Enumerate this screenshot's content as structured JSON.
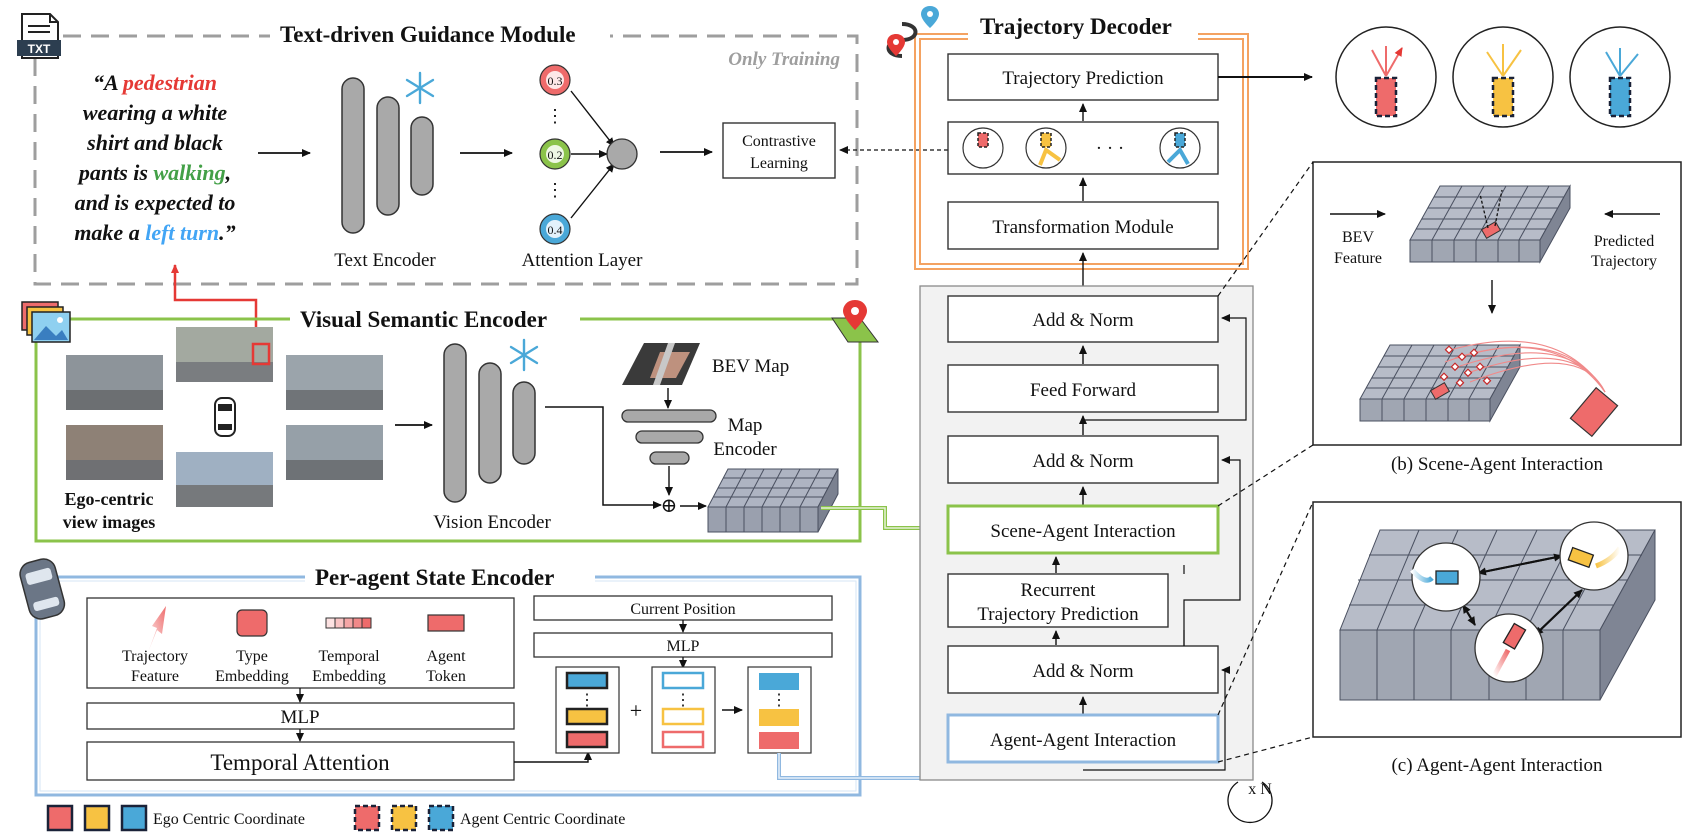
{
  "text_guidance": {
    "title": "Text-driven Guidance Module",
    "only_training": "Only Training",
    "quote": {
      "l1_a": "“A ",
      "l1_b": "pedestrian",
      "l2": "wearing a white",
      "l3": "shirt and black",
      "l4_a": "pants is ",
      "l4_b": "walking",
      "l4_c": ",",
      "l5": "and is expected to",
      "l6_a": "make a ",
      "l6_b": "left turn",
      "l6_c": ".”"
    },
    "text_encoder_label": "Text Encoder",
    "attention_label": "Attention Layer",
    "attention_values": [
      "0.3",
      "0.2",
      "0.4"
    ],
    "ellipsis": "⋮",
    "contrastive_l1": "Contrastive",
    "contrastive_l2": "Learning",
    "txt_icon": "TXT"
  },
  "visual_encoder": {
    "title": "Visual Semantic Encoder",
    "ego_l1": "Ego-centric",
    "ego_l2": "view images",
    "vision_encoder_label": "Vision Encoder",
    "bev_map_label": "BEV Map",
    "map_encoder_l1": "Map",
    "map_encoder_l2": "Encoder",
    "plus_symbol": "⊕"
  },
  "state_encoder": {
    "title": "Per-agent State Encoder",
    "items": [
      {
        "l1": "Trajectory",
        "l2": "Feature"
      },
      {
        "l1": "Type",
        "l2": "Embedding"
      },
      {
        "l1": "Temporal",
        "l2": "Embedding"
      },
      {
        "l1": "Agent",
        "l2": "Token"
      }
    ],
    "mlp": "MLP",
    "temporal_attention": "Temporal Attention",
    "current_position": "Current Position",
    "mlp2": "MLP",
    "plus": "+",
    "vdots": "⋮"
  },
  "decoder": {
    "title": "Trajectory Decoder",
    "trajectory_prediction": "Trajectory Prediction",
    "transformation_module": "Transformation Module",
    "dots": "· · ·",
    "stack": [
      "Add & Norm",
      "Feed Forward",
      "Add & Norm",
      "Scene-Agent Interaction"
    ],
    "recurrent_l1": "Recurrent",
    "recurrent_l2": "Trajectory Prediction",
    "add_norm_3": "Add & Norm",
    "agent_agent": "Agent-Agent Interaction",
    "xn": "x N"
  },
  "panels": {
    "scene_caption": "(b) Scene-Agent Interaction",
    "agent_caption": "(c) Agent-Agent Interaction",
    "bev_l1": "BEV",
    "bev_l2": "Feature",
    "pred_l1": "Predicted",
    "pred_l2": "Trajectory"
  },
  "legend": {
    "ego": "Ego Centric Coordinate",
    "agent": "Agent Centric Coordinate"
  },
  "colors": {
    "red": "#ee6b6b",
    "yellow": "#f7c242",
    "blue": "#4aa8d8",
    "orange_frame": "#f4a261",
    "green_frame": "#8bc34a",
    "blue_frame": "#90b8e0",
    "gray_frame": "#9e9e9e"
  }
}
